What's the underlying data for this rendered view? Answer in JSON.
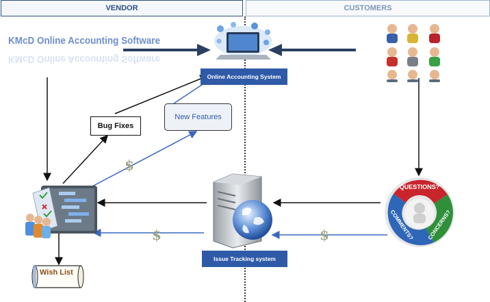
{
  "headers": {
    "vendor": "VENDOR",
    "customers": "CUSTOMERS"
  },
  "logo": {
    "text": "KMcD Online Accounting Software"
  },
  "nodes": {
    "online_accounting": "Online Accounting System",
    "bug_fixes": "Bug Fixes",
    "new_features": "New Features",
    "issue_tracking": "Issue Tracking system",
    "wish_list": "Wish List"
  },
  "feedback_wheel": {
    "questions": "QUESTIONS?",
    "comments": "COMMENTS?",
    "concerns": "CONCERNS?"
  },
  "symbols": {
    "dollar": "$"
  },
  "colors": {
    "accent_blue": "#2f5aa8",
    "header_blue": "#2d4f86",
    "arrow_dark": "#1a1a1a"
  }
}
